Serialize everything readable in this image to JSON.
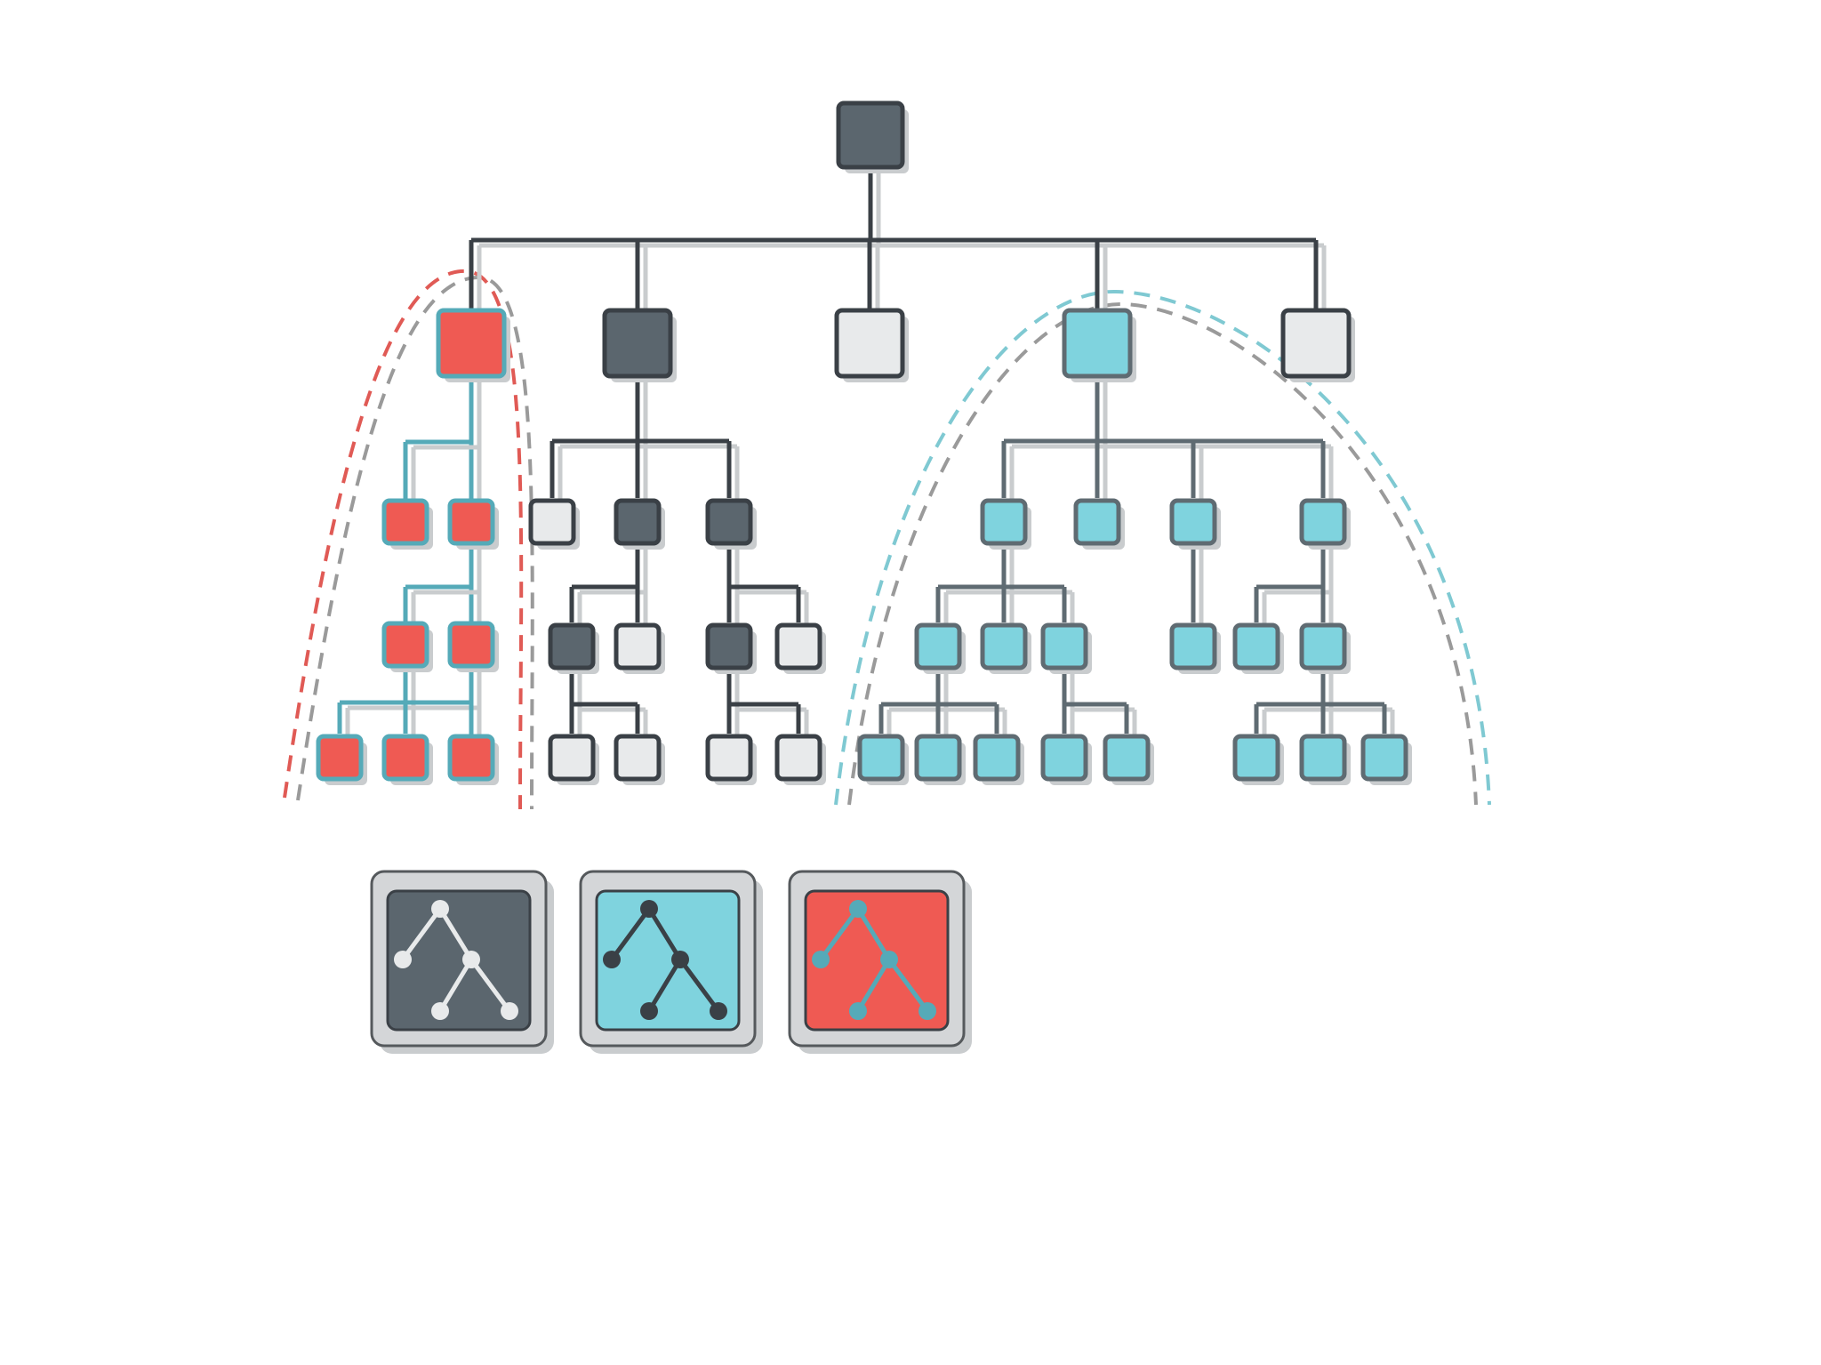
{
  "colors": {
    "dark": "#5b666e",
    "outline": "#3a4046",
    "light": "#e8eaeb",
    "cyan": "#7fd3de",
    "red": "#ef5a53",
    "red_outline": "#55aab8",
    "connector": "#3a4046",
    "connector_cyan": "#5f6b72",
    "connector_red": "#55aab8",
    "shadow": "#c9ccce",
    "dash_red": "#e05a55",
    "dash_cyan": "#7fc9d2",
    "dash_gray": "#9a9a9a",
    "panel_frame": "#d4d6d8"
  },
  "tree": {
    "root": "root",
    "branches": [
      {
        "id": "branch-red",
        "fill": "red"
      },
      {
        "id": "branch-dark",
        "fill": "dark"
      },
      {
        "id": "branch-light-center",
        "fill": "light"
      },
      {
        "id": "branch-cyan",
        "fill": "cyan"
      },
      {
        "id": "branch-light-right",
        "fill": "light"
      }
    ]
  },
  "legend": [
    {
      "id": "legend-dark",
      "fill": "dark",
      "icon": "tree-structure-icon"
    },
    {
      "id": "legend-cyan",
      "fill": "cyan",
      "icon": "tree-structure-icon"
    },
    {
      "id": "legend-red",
      "fill": "red",
      "icon": "tree-structure-icon"
    }
  ]
}
